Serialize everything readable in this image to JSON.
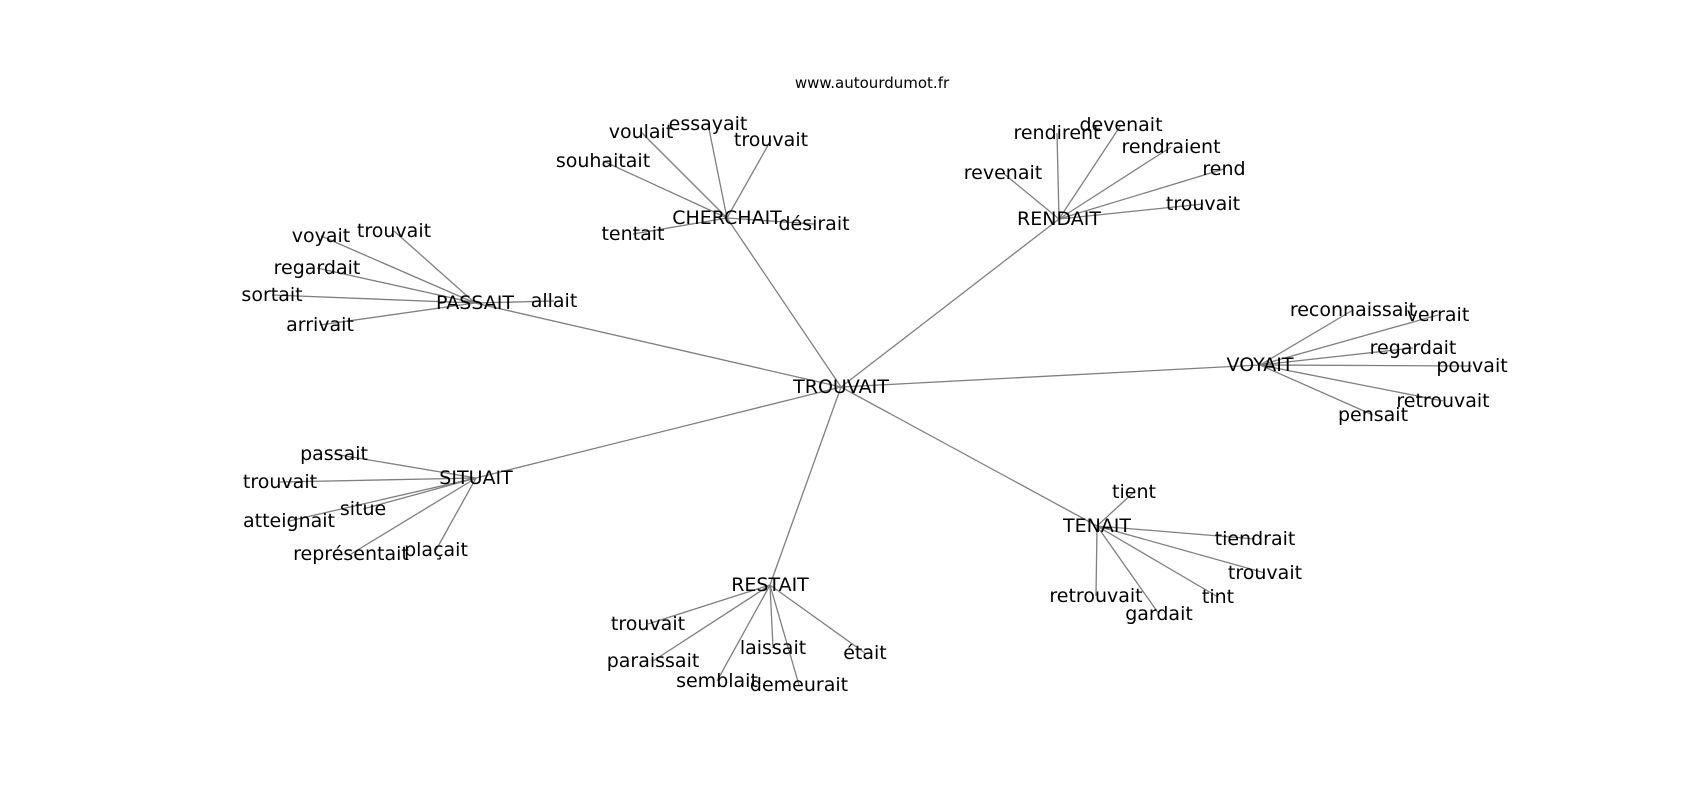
{
  "caption": "www.autourdumot.fr",
  "edge_color": "#7f7f7f",
  "root": "TROUVAIT",
  "groups": [
    {
      "hub": "PASSAIT",
      "leaves": [
        "voyait",
        "trouvait",
        "regardait",
        "sortait",
        "arrivait",
        "allait"
      ]
    },
    {
      "hub": "CHERCHAIT",
      "leaves": [
        "voulait",
        "essayait",
        "trouvait",
        "souhaitait",
        "tentait",
        "désirait"
      ]
    },
    {
      "hub": "RENDAIT",
      "leaves": [
        "rendirent",
        "devenait",
        "rendraient",
        "rend",
        "revenait",
        "trouvait"
      ]
    },
    {
      "hub": "VOYAIT",
      "leaves": [
        "reconnaissait",
        "verrait",
        "regardait",
        "pouvait",
        "retrouvait",
        "pensait"
      ]
    },
    {
      "hub": "SITUAIT",
      "leaves": [
        "passait",
        "trouvait",
        "situe",
        "atteignait",
        "représentait",
        "plaçait"
      ]
    },
    {
      "hub": "TENAIT",
      "leaves": [
        "tient",
        "tiendrait",
        "trouvait",
        "tint",
        "retrouvait",
        "gardait"
      ]
    },
    {
      "hub": "RESTAIT",
      "leaves": [
        "trouvait",
        "paraissait",
        "laissait",
        "était",
        "semblait",
        "demeurait"
      ]
    }
  ]
}
